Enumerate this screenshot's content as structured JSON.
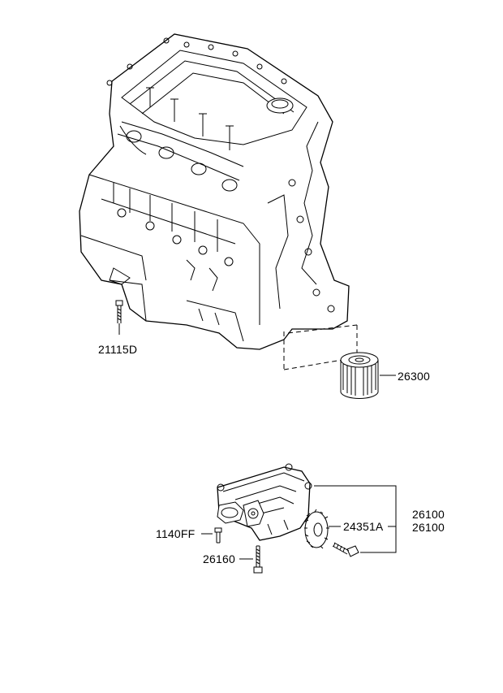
{
  "labels": {
    "bolt_21115d": "21115D",
    "oil_filter": "26300",
    "oil_pump_a": "26100",
    "oil_pump_b": "26100",
    "sprocket": "24351A",
    "bolt_1140ff": "1140FF",
    "bolt_26160": "26160"
  },
  "colors": {
    "ink": "#000000",
    "background": "#ffffff"
  }
}
